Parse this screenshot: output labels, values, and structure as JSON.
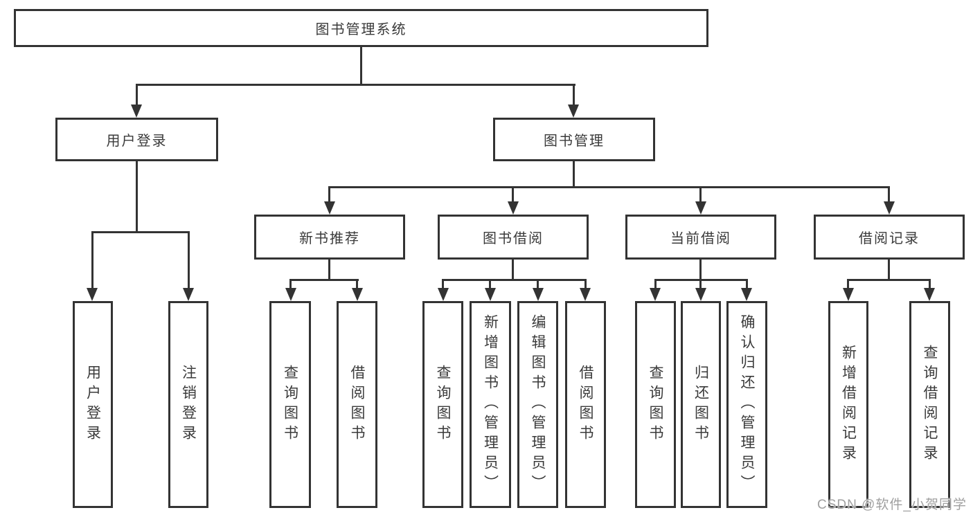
{
  "colors": {
    "background": "#ffffff",
    "line": "#333333",
    "text": "#3a3a3a",
    "watermark": "#9f9f9f"
  },
  "watermark": "CSDN @软件_小贺同学",
  "tree": {
    "label": "图书管理系统",
    "children": [
      {
        "label": "用户登录",
        "children": [
          {
            "label": "用户登录"
          },
          {
            "label": "注销登录"
          }
        ]
      },
      {
        "label": "图书管理",
        "children": [
          {
            "label": "新书推荐",
            "children": [
              {
                "label": "查询图书"
              },
              {
                "label": "借阅图书"
              }
            ]
          },
          {
            "label": "图书借阅",
            "children": [
              {
                "label": "查询图书"
              },
              {
                "label": "新增图书（管理员）"
              },
              {
                "label": "编辑图书（管理员）"
              },
              {
                "label": "借阅图书"
              }
            ]
          },
          {
            "label": "当前借阅",
            "children": [
              {
                "label": "查询图书"
              },
              {
                "label": "归还图书"
              },
              {
                "label": "确认归还（管理员）"
              }
            ]
          },
          {
            "label": "借阅记录",
            "children": [
              {
                "label": "新增借阅记录"
              },
              {
                "label": "查询借阅记录"
              }
            ]
          }
        ]
      }
    ]
  }
}
